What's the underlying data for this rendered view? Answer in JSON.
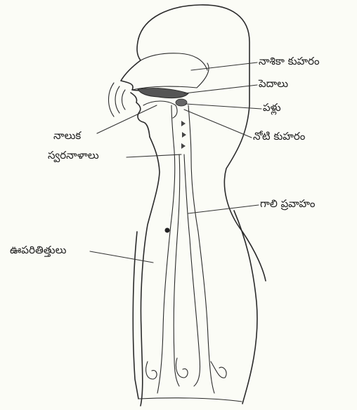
{
  "labels": {
    "nasal_cavity": "నాశికా కుహరం",
    "palate": "పెదాలు",
    "teeth": "పళ్లు",
    "oral_cavity": "నోటి కుహరం",
    "tongue": "నాలుక",
    "vocal_cords": "స్వరనాళాలు",
    "air_flow": "గాలి ప్రవాహం",
    "lungs": "ఊపరితిత్తులు"
  },
  "colors": {
    "ink": "#2b2b2b",
    "shade": "#555555",
    "background": "#fbfcf6"
  }
}
